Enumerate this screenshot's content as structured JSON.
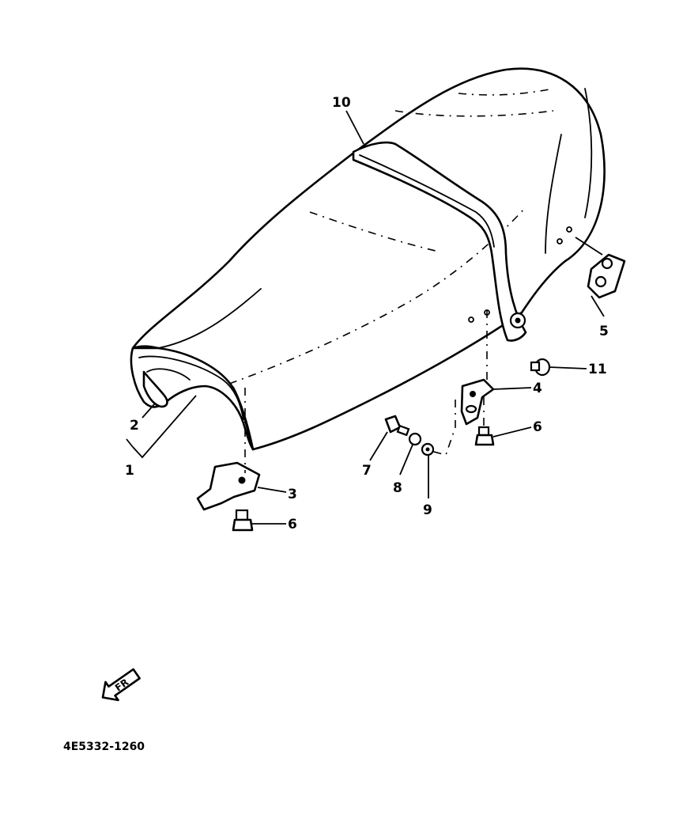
{
  "diagram": {
    "part_code": "4E5332-1260",
    "fr_label": "FR",
    "callouts": [
      {
        "id": "1",
        "label": "1"
      },
      {
        "id": "2",
        "label": "2"
      },
      {
        "id": "3",
        "label": "3"
      },
      {
        "id": "4",
        "label": "4"
      },
      {
        "id": "5",
        "label": "5"
      },
      {
        "id": "6a",
        "label": "6"
      },
      {
        "id": "6b",
        "label": "6"
      },
      {
        "id": "7",
        "label": "7"
      },
      {
        "id": "8",
        "label": "8"
      },
      {
        "id": "9",
        "label": "9"
      },
      {
        "id": "10",
        "label": "10"
      },
      {
        "id": "11",
        "label": "11"
      }
    ]
  }
}
